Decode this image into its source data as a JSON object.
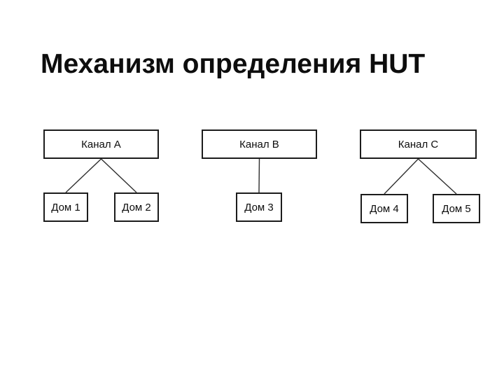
{
  "title": "Механизм определения HUT",
  "diagram": {
    "channels": [
      {
        "id": "channel-a",
        "label": "Канал A"
      },
      {
        "id": "channel-b",
        "label": "Канал B"
      },
      {
        "id": "channel-c",
        "label": "Канал C"
      }
    ],
    "houses": [
      {
        "id": "house-1",
        "label": "Дом 1"
      },
      {
        "id": "house-2",
        "label": "Дом 2"
      },
      {
        "id": "house-3",
        "label": "Дом 3"
      },
      {
        "id": "house-4",
        "label": "Дом 4"
      },
      {
        "id": "house-5",
        "label": "Дом 5"
      }
    ],
    "connections": [
      {
        "from": "channel-a",
        "to": "house-1"
      },
      {
        "from": "channel-a",
        "to": "house-2"
      },
      {
        "from": "channel-b",
        "to": "house-3"
      },
      {
        "from": "channel-c",
        "to": "house-4"
      },
      {
        "from": "channel-c",
        "to": "house-5"
      }
    ],
    "colors": {
      "line": "#2f2f2f",
      "box_border": "#1c1c1c",
      "text": "#0d0d0d",
      "background": "#ffffff"
    }
  }
}
